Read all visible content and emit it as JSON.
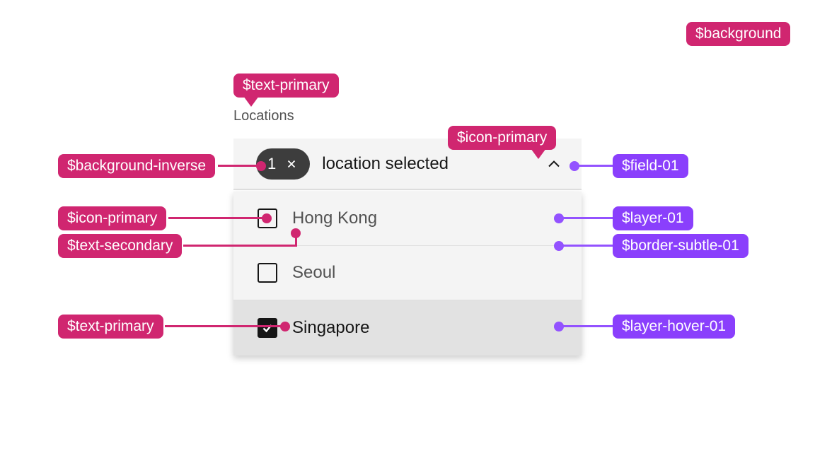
{
  "colors": {
    "magenta_annotation": "#d02670",
    "purple_annotation": "#8a3ffc",
    "purple_line": "#9352ff",
    "field_bg": "#f4f4f4",
    "layer_hover_bg": "#e2e2e2",
    "border_subtle": "#e0e0e0",
    "background_inverse_tag": "#3d3d3d",
    "text_primary": "#161616",
    "text_secondary": "#525252",
    "page_background": "#ffffff"
  },
  "dropdown": {
    "label": "Locations",
    "field": {
      "tag_count": "1",
      "text": "location selected",
      "clear_icon": "close-x",
      "chevron": "chevron-up"
    },
    "items": [
      {
        "label": "Hong Kong",
        "checked": false,
        "hovered": false
      },
      {
        "label": "Seoul",
        "checked": false,
        "hovered": false
      },
      {
        "label": "Singapore",
        "checked": true,
        "hovered": true
      }
    ]
  },
  "annotations": {
    "background_top_right": "$background",
    "text_primary_top": "$text-primary",
    "icon_primary_top": "$icon-primary",
    "background_inverse": "$background-inverse",
    "icon_primary_left": "$icon-primary",
    "text_secondary": "$text-secondary",
    "text_primary_left": "$text-primary",
    "field_01": "$field-01",
    "layer_01": "$layer-01",
    "border_subtle_01": "$border-subtle-01",
    "layer_hover_01": "$layer-hover-01"
  }
}
